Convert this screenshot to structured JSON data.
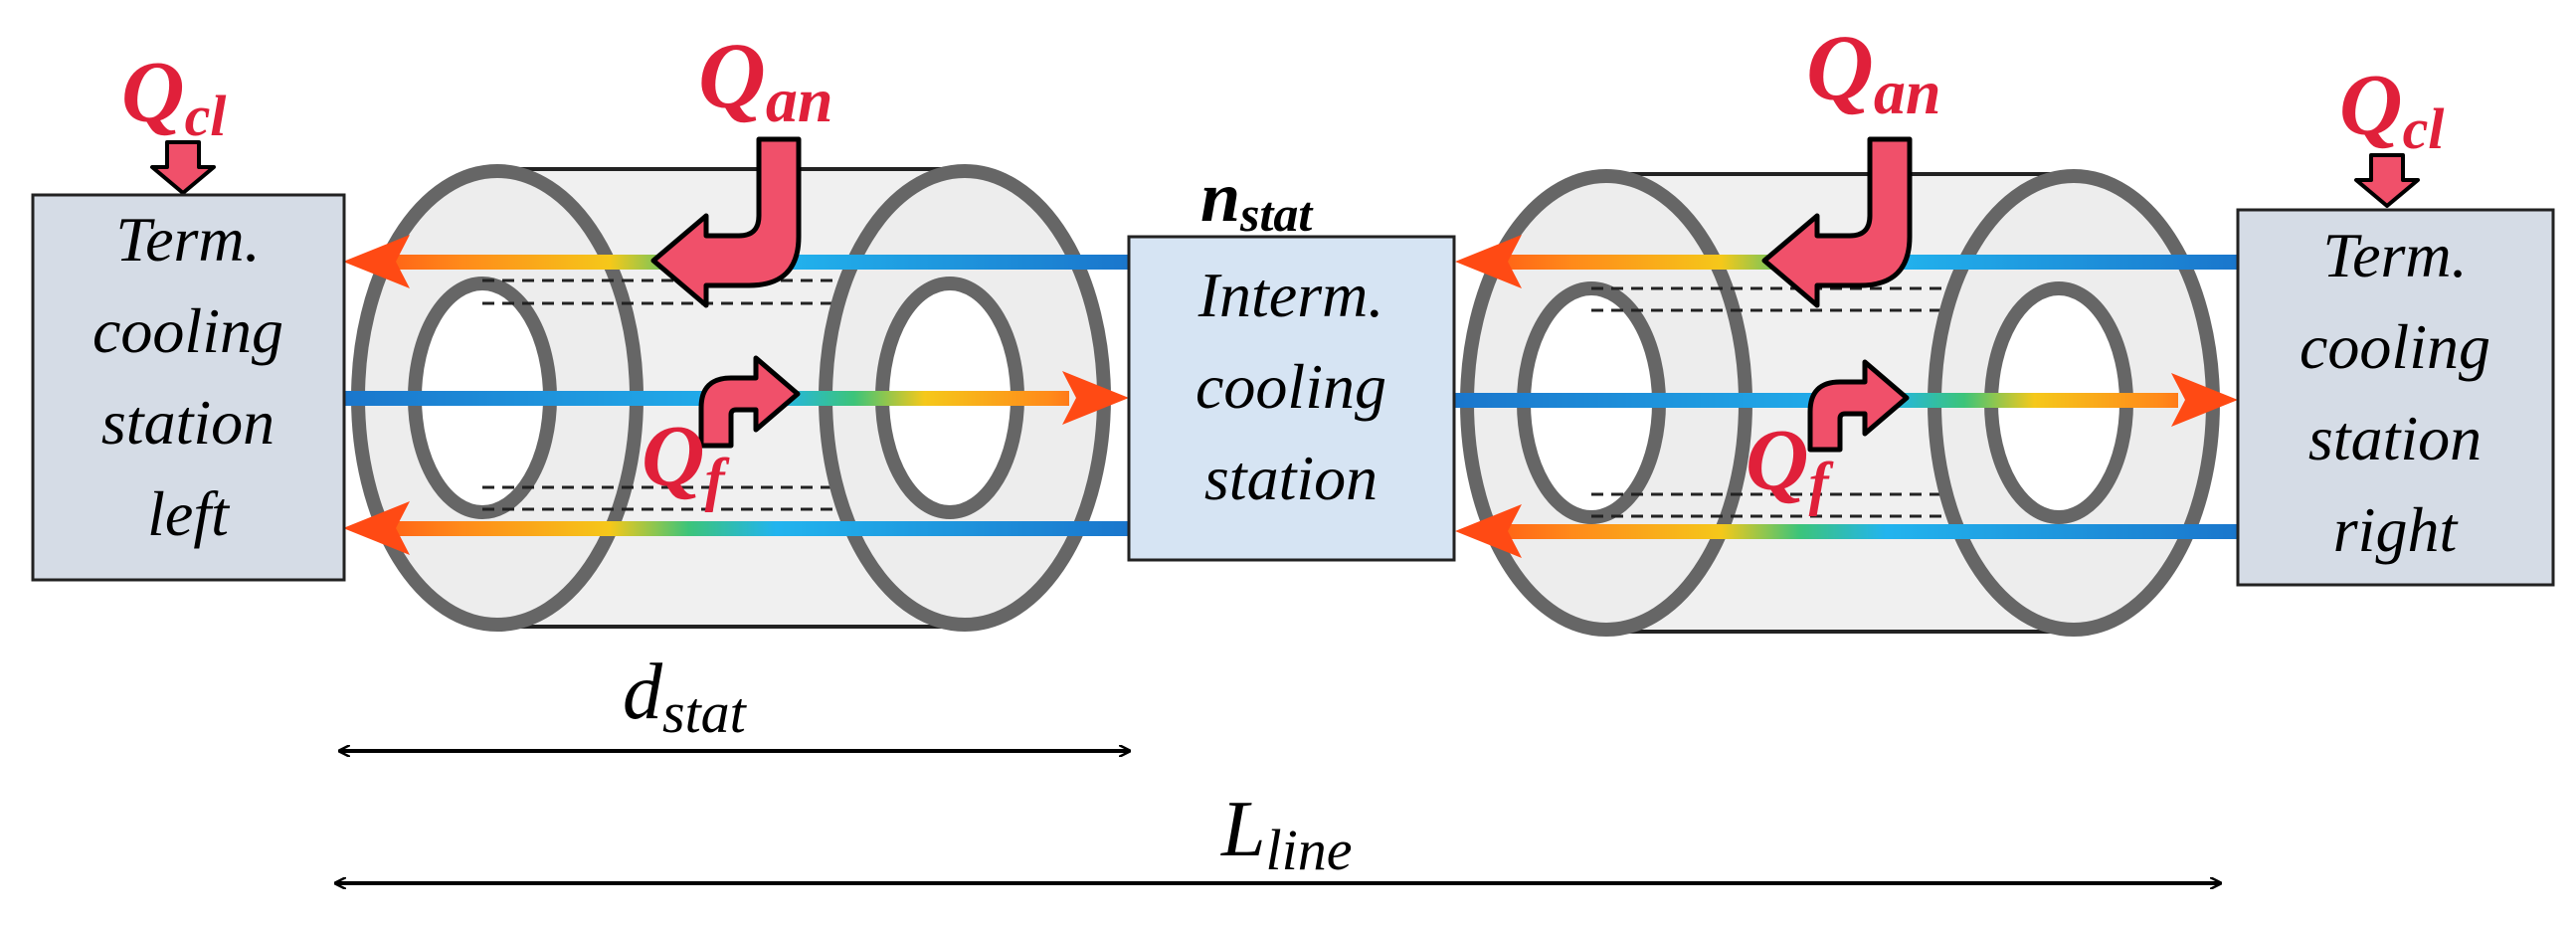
{
  "labels": {
    "q_cl_left": {
      "main": "Q",
      "sub": "cl"
    },
    "q_cl_right": {
      "main": "Q",
      "sub": "cl"
    },
    "q_an_left": {
      "main": "Q",
      "sub": "an"
    },
    "q_an_right": {
      "main": "Q",
      "sub": "an"
    },
    "q_f_left": {
      "main": "Q",
      "sub": "f"
    },
    "q_f_right": {
      "main": "Q",
      "sub": "f"
    },
    "n_stat": {
      "main": "n",
      "sub": "stat"
    },
    "d_stat": {
      "main": "d",
      "sub": "stat"
    },
    "l_line": {
      "main": "L",
      "sub": "line"
    }
  },
  "stations": {
    "left": {
      "lines": [
        "Term.",
        "cooling",
        "station",
        "left"
      ]
    },
    "middle": {
      "lines": [
        "Interm.",
        "cooling",
        "station"
      ]
    },
    "right": {
      "lines": [
        "Term.",
        "cooling",
        "station",
        "right"
      ]
    }
  },
  "colors": {
    "heat_red": "#e0203a",
    "heat_arrow_fill": "#f0506a",
    "terminal_box": "#d5dce6",
    "intermediate_box": "#d6e4f3",
    "cold_blue": "#1a7fd0",
    "hot_orange": "#ff5a1a"
  }
}
